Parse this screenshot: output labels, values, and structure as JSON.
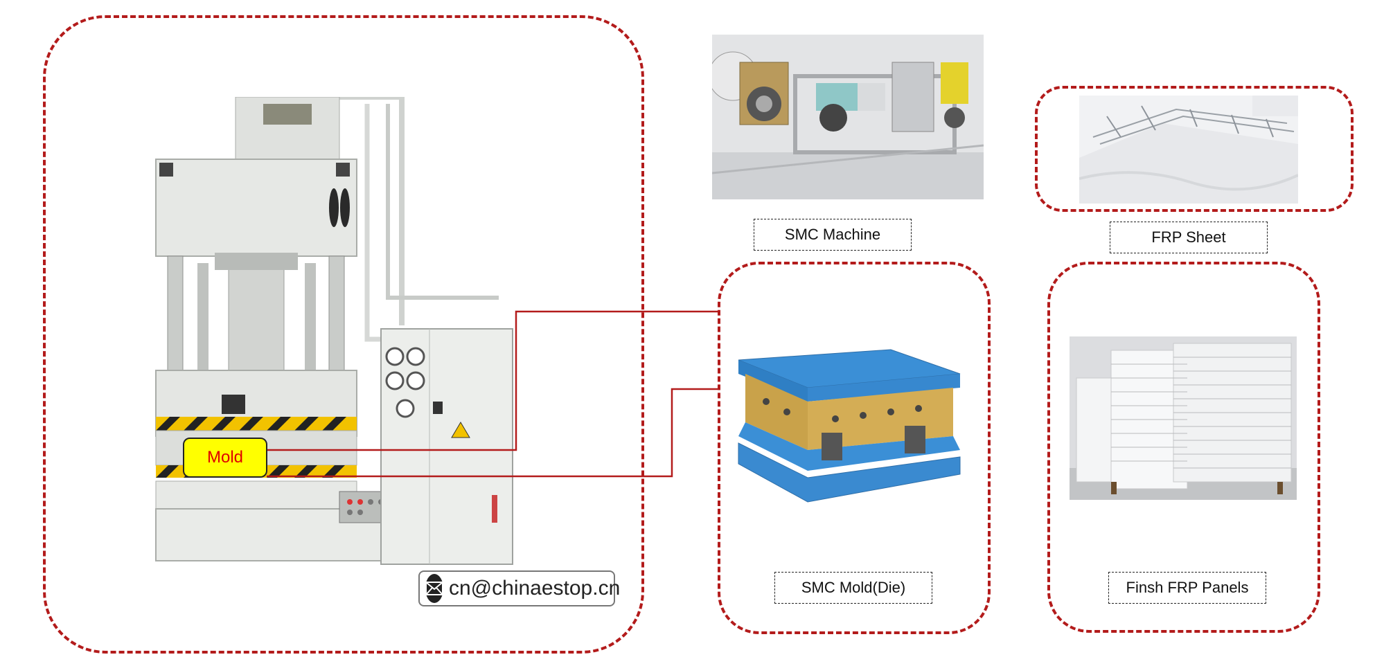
{
  "labels": {
    "smc_machine": "SMC Machine",
    "frp_sheet": "FRP Sheet",
    "smc_mold": "SMC Mold(Die)",
    "finish_panels": "Finsh FRP Panels",
    "mold_tag": "Mold"
  },
  "contact": {
    "email": "cn@chinaestop.cn",
    "icon": "mail-icon"
  },
  "colors": {
    "frame": "#b31b1b",
    "connector": "#b31b1b",
    "tag_bg": "#ffff00",
    "tag_text": "#e00000",
    "mold_blue": "#3b8fd6",
    "mold_gold": "#c9a24a"
  }
}
